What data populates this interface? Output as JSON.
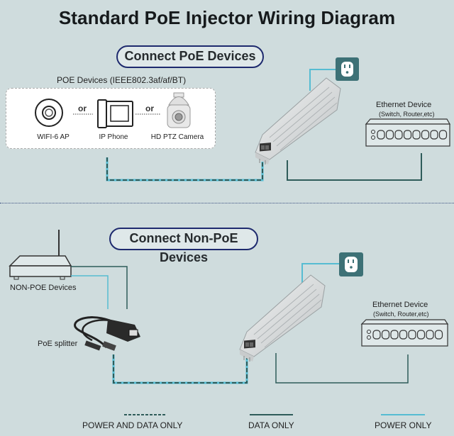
{
  "title": "Standard PoE Injector Wiring Diagram",
  "colors": {
    "background": "#cfdcdd",
    "pill_border": "#1e2a6e",
    "data_line": "#2f5c5a",
    "power_line": "#56bcd2",
    "outlet": "#3d7176"
  },
  "section_poe": {
    "heading": "Connect PoE Devices",
    "devices_caption": "POE Devices (IEEE802.3af/af/BT)",
    "devices": [
      {
        "label": "WIFI-6 AP",
        "icon": "wifi-ap-icon"
      },
      {
        "label": "IP Phone",
        "icon": "ip-phone-icon"
      },
      {
        "label": "HD PTZ Camera",
        "icon": "ptz-camera-icon"
      }
    ],
    "separator": "or",
    "ethernet_device": {
      "title": "Ethernet Device",
      "subtitle": "(Switch, Router,etc)"
    },
    "outlet_icon": "power-outlet-icon",
    "injector_icon": "poe-injector-icon"
  },
  "section_non_poe": {
    "heading": "Connect Non-PoE Devices",
    "non_poe_label": "NON-POE Devices",
    "splitter_label": "PoE splitter",
    "ethernet_device": {
      "title": "Ethernet Device",
      "subtitle": "(Switch, Router,etc)"
    },
    "outlet_icon": "power-outlet-icon",
    "injector_icon": "poe-injector-icon"
  },
  "legend": [
    {
      "label": "POWER AND DATA ONLY",
      "style": "dashed"
    },
    {
      "label": "DATA ONLY",
      "style": "solid-dark"
    },
    {
      "label": "POWER ONLY",
      "style": "solid-light"
    }
  ]
}
